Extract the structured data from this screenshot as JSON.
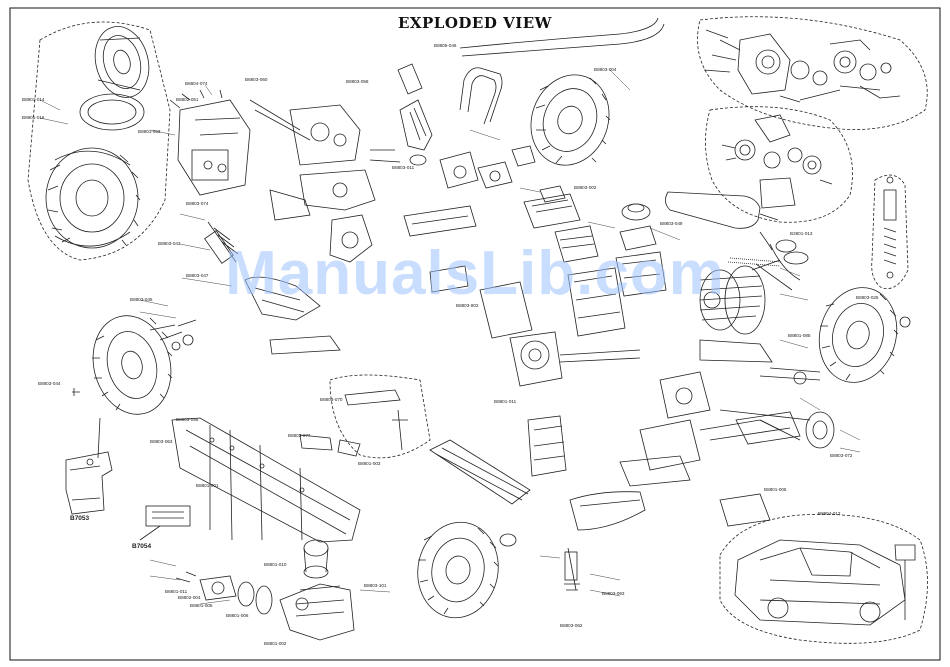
{
  "page": {
    "title": "EXPLODED VIEW",
    "watermark": "ManualsLib.com"
  },
  "labels": {
    "tx": "B7053",
    "rx": "B7054",
    "tire_l_a": "B8901-014",
    "tire_l_b": "B8901-016",
    "rim_a": "B8801-053",
    "gear_a": "B8804-074",
    "gear_b": "B8802-051",
    "hub_a": "B2801-013",
    "eng_a": "B8801-010",
    "eng_b": "B8801-002",
    "eng_c": "B8801-006",
    "eng_d": "B8801-005",
    "eng_e": "B8802-004",
    "eng_f": "B8801-011",
    "body_a": "B8804-013",
    "brace_a": "B8801-003",
    "chassis_a": "B8801-001",
    "shock_a": "B8801-085",
    "arm_a": "B8803-802",
    "diff_a": "B8801-011",
    "pipe_a": "B8805-046",
    "right_a": "B8801-005",
    "p01": "B8803-060",
    "p02": "B8803-058",
    "p03": "B8803-074",
    "p04": "B8803-043",
    "p05": "B8803-047",
    "p06": "B8803-045",
    "p07": "B8803-044",
    "p08": "B8803-056",
    "p09": "B8803-063",
    "p10": "B8803-077",
    "p11": "B8803-070",
    "p12": "B8803-011",
    "p13": "B8803-004",
    "p14": "B8803-002",
    "p15": "B8803-049",
    "p16": "B8803-025",
    "p17": "B8803-072",
    "p18": "B8803-093",
    "p19": "B8803-101",
    "p20": "B8803-062"
  }
}
